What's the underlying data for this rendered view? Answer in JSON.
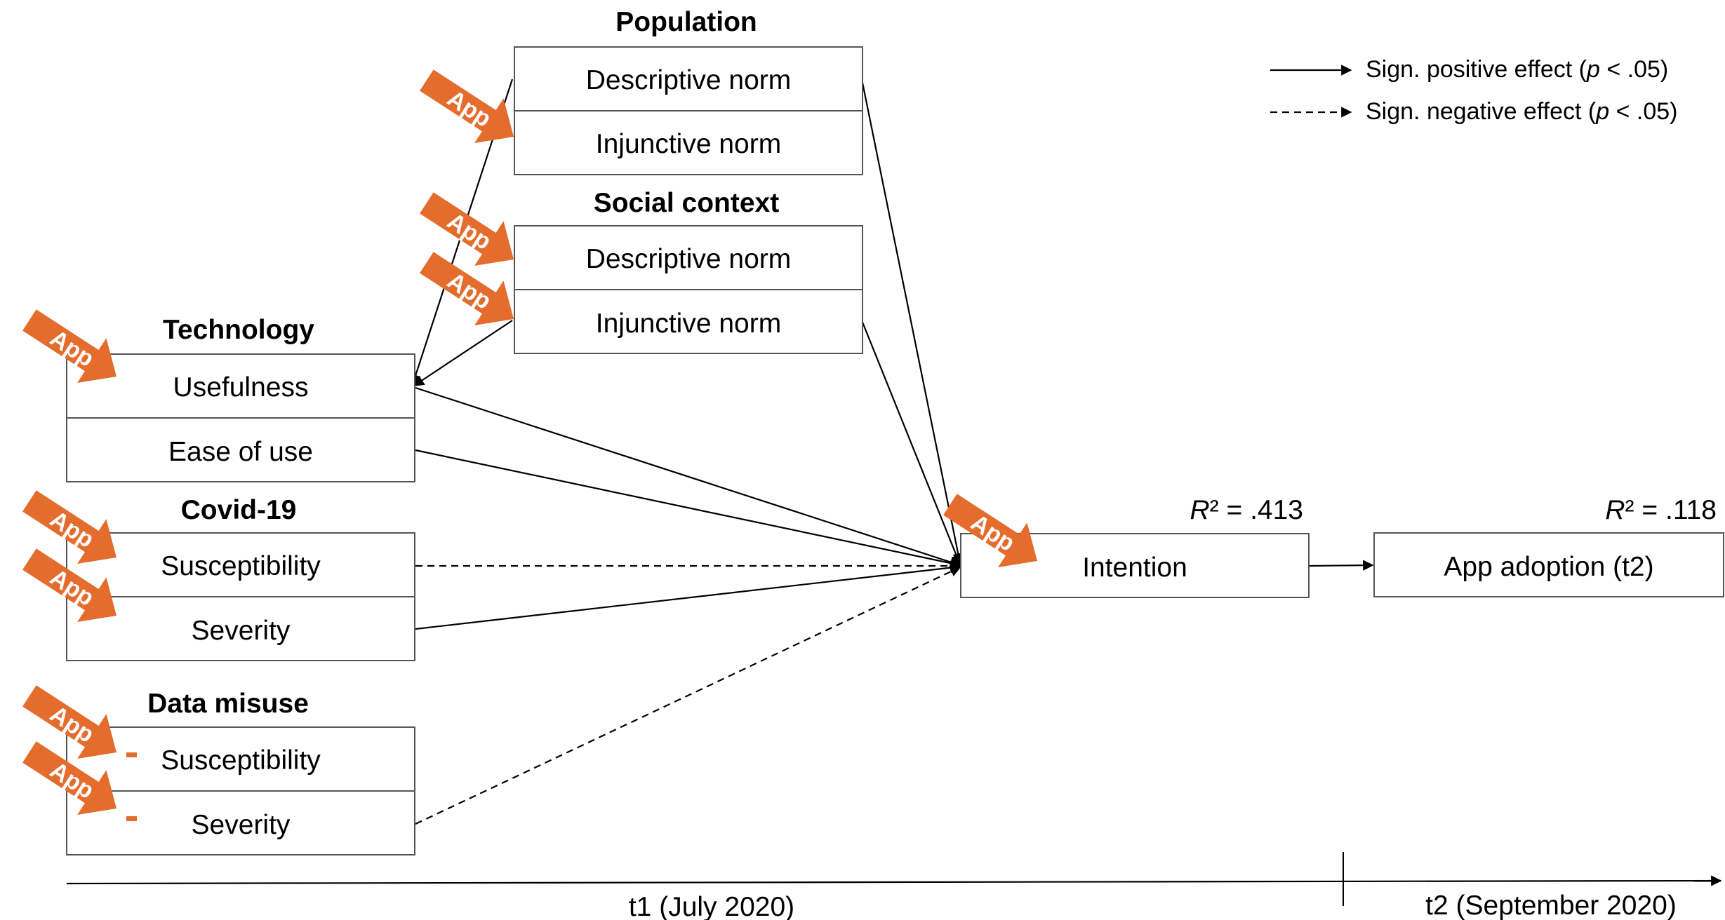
{
  "legend": {
    "positive_label": "Sign. positive effect (",
    "positive_p": "p",
    "positive_rest": " < .05)",
    "negative_label": "Sign. negative effect (",
    "negative_p": "p",
    "negative_rest": " < .05)"
  },
  "app_badge": "App",
  "groups": {
    "population": {
      "title": "Population",
      "items": [
        "Descriptive norm",
        "Injunctive norm"
      ]
    },
    "social_context": {
      "title": "Social context",
      "items": [
        "Descriptive norm",
        "Injunctive norm"
      ]
    },
    "technology": {
      "title": "Technology",
      "items": [
        "Usefulness",
        "Ease of use"
      ]
    },
    "covid19": {
      "title": "Covid-19",
      "items": [
        "Susceptibility",
        "Severity"
      ]
    },
    "data_misuse": {
      "title": "Data misuse",
      "items": [
        "Susceptibility",
        "Severity"
      ],
      "markers": [
        "-",
        "-"
      ]
    }
  },
  "intention": {
    "label": "Intention",
    "r2_symbol": "R",
    "r2_value": "² = .413"
  },
  "adoption": {
    "label": "App adoption (t2)",
    "r2_symbol": "R",
    "r2_value": "² = .118"
  },
  "timeline": {
    "t1": "t1 (July 2020)",
    "t2": "t2 (September 2020)"
  },
  "colors": {
    "app_arrow": "#E46C2C",
    "box_stroke": "#555555"
  }
}
